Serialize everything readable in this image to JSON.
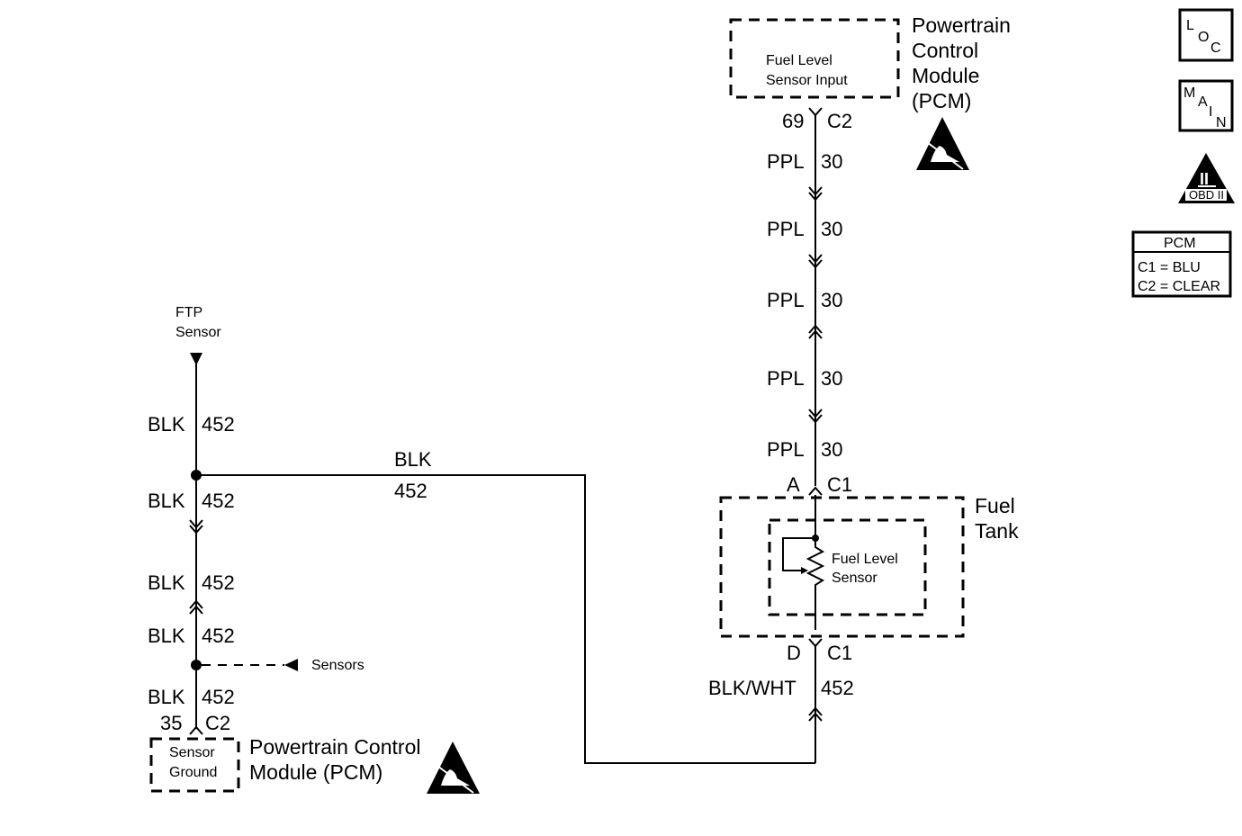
{
  "pcm_top": {
    "box_line1": "Fuel Level",
    "box_line2": "Sensor Input",
    "title_line1": "Powertrain",
    "title_line2": "Control",
    "title_line3": "Module",
    "title_line4": "(PCM)",
    "pin": "69",
    "connector": "C2"
  },
  "ppl_wire": {
    "color": "PPL",
    "circuit": "30"
  },
  "fuel_tank": {
    "title_line1": "Fuel",
    "title_line2": "Tank",
    "sensor_line1": "Fuel Level",
    "sensor_line2": "Sensor",
    "top_pin": "A",
    "top_connector": "C1",
    "bottom_pin": "D",
    "bottom_connector": "C1"
  },
  "blkwht_wire": {
    "color": "BLK/WHT",
    "circuit": "452"
  },
  "ftp": {
    "line1": "FTP",
    "line2": "Sensor"
  },
  "blk_wire": {
    "color": "BLK",
    "circuit": "452"
  },
  "sensors_label": "Sensors",
  "pcm_bottom": {
    "pin": "35",
    "connector": "C2",
    "box_line1": "Sensor",
    "box_line2": "Ground",
    "title_line1": "Powertrain Control",
    "title_line2": "Module (PCM)"
  },
  "legend": {
    "loc": [
      "L",
      "O",
      "C"
    ],
    "main": [
      "M",
      "A",
      "I",
      "N"
    ],
    "obd_numeral": "II",
    "obd_text": "OBD II",
    "pcm_table": {
      "header": "PCM",
      "row1": "C1 = BLU",
      "row2": "C2 = CLEAR"
    }
  }
}
